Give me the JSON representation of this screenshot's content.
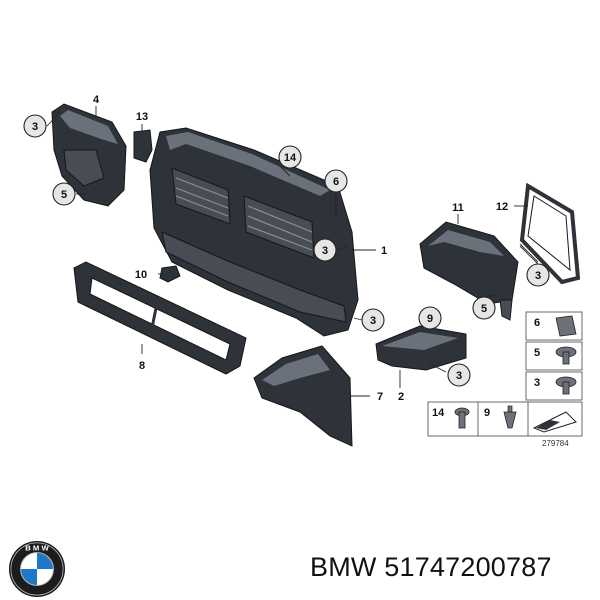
{
  "diagram": {
    "callouts": {
      "c3a": "3",
      "c4": "4",
      "c13": "13",
      "c5a": "5",
      "c14a": "14",
      "c6a": "6",
      "c3b": "3",
      "c1": "1",
      "c11": "11",
      "c12": "12",
      "c3c": "3",
      "c5b": "5",
      "c10": "10",
      "c3d": "3",
      "c9a": "9",
      "c8": "8",
      "c3e": "3",
      "c7": "7",
      "c2": "2"
    },
    "legend": {
      "items": [
        "6",
        "5",
        "3"
      ],
      "bottom": [
        "14",
        "9"
      ],
      "code": "279784"
    }
  },
  "footer": {
    "brand": "BMW",
    "part_number": "51747200787",
    "text": "BMW 51747200787"
  }
}
